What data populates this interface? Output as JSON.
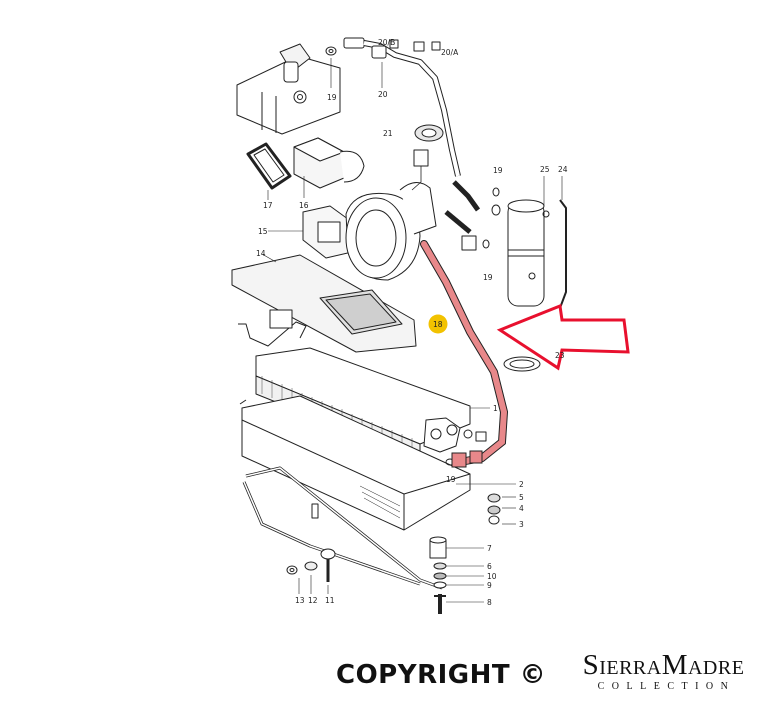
{
  "labels": {
    "p1": "1",
    "p2": "2",
    "p3": "3",
    "p4": "4",
    "p5": "5",
    "p6": "6",
    "p7": "7",
    "p8": "8",
    "p9": "9",
    "p10": "10",
    "p11": "11",
    "p12": "12",
    "p13": "13",
    "p14": "14",
    "p15": "15",
    "p16": "16",
    "p17": "17",
    "p18": "18",
    "p19a": "19",
    "p19b": "19",
    "p19c": "19",
    "p19d": "19",
    "p20": "20",
    "p20b": "20/B",
    "p20a": "20/A",
    "p21": "21",
    "p23": "23",
    "p24": "24",
    "p25": "25"
  },
  "highlight": {
    "part": "18",
    "marker_color": "#f2c200",
    "hose_color": "#e8888a",
    "arrow_color": "#e8102e"
  },
  "watermark": {
    "copyright": "COPYRIGHT ©",
    "brand": "SierraMadre",
    "sub": "COLLECTION"
  }
}
